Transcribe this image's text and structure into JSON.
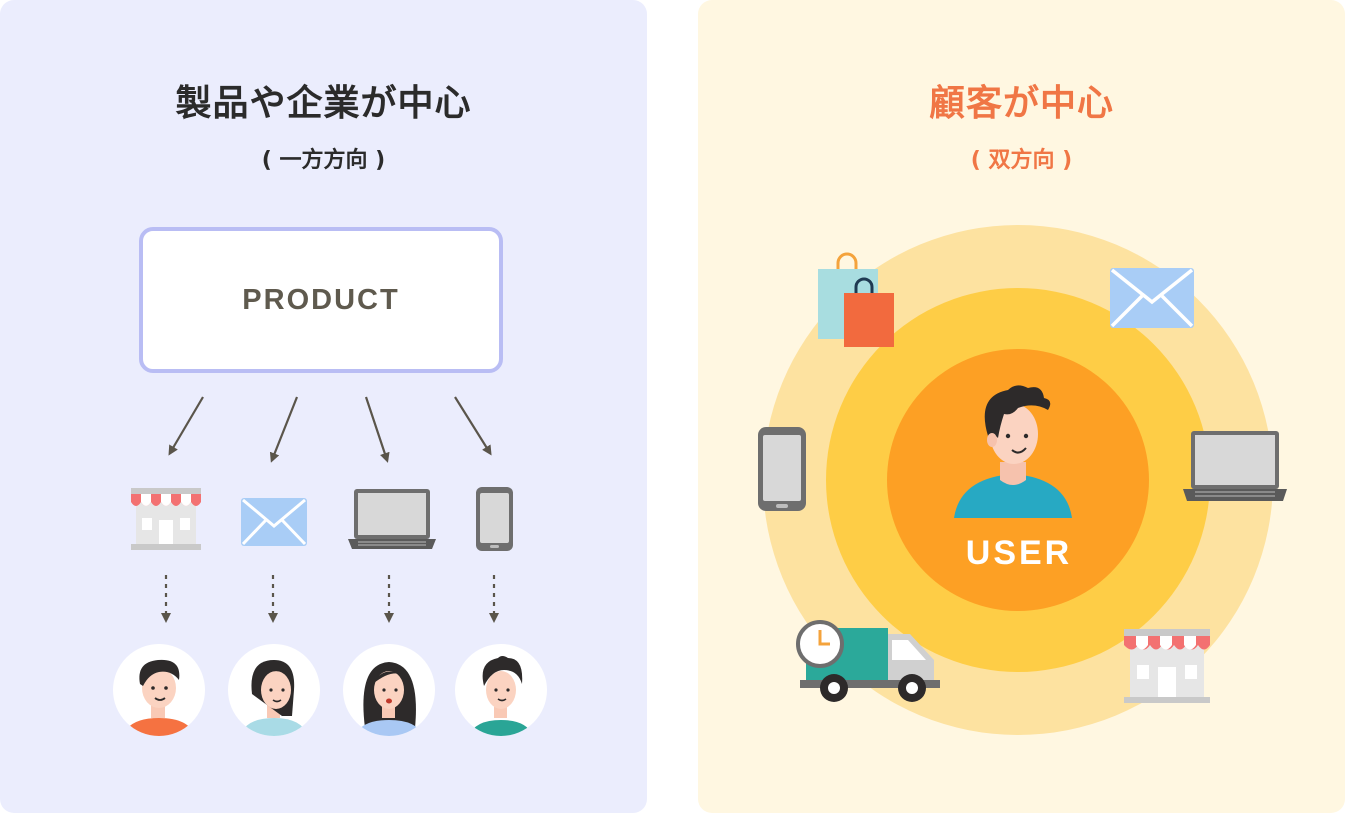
{
  "left_panel": {
    "title": "製品や企業が中心",
    "subtitle": "( 一方方向 )",
    "box_label": "PRODUCT",
    "channel_icons": [
      "store-icon",
      "envelope-icon",
      "laptop-icon",
      "smartphone-icon"
    ],
    "customer_icons": [
      "customer-avatar-1",
      "customer-avatar-2",
      "customer-avatar-3",
      "customer-avatar-4"
    ]
  },
  "right_panel": {
    "title": "顧客が中心",
    "subtitle": "( 双方向 )",
    "center_label": "USER",
    "surrounding_icons": [
      "shopping-bags-icon",
      "envelope-icon",
      "smartphone-icon",
      "laptop-icon",
      "delivery-truck-icon",
      "store-icon"
    ]
  },
  "colors": {
    "left_bg": "#ebedfd",
    "right_bg": "#fff7e1",
    "box_border": "#b9bdf4",
    "accent_orange": "#f07645",
    "ring_outer": "#fde2a0",
    "ring_middle": "#fecd46",
    "ring_inner": "#fda024"
  }
}
